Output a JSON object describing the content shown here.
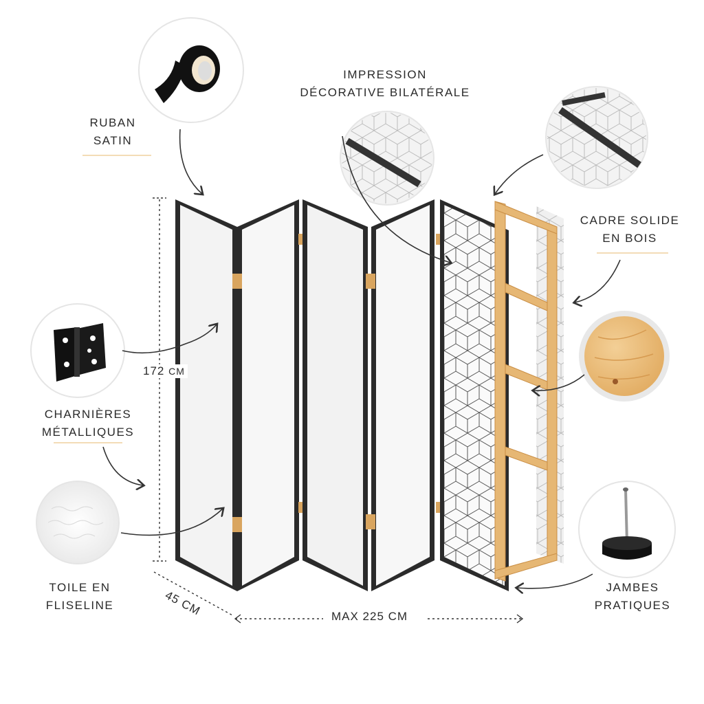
{
  "features": {
    "ribbon": {
      "line1": "RUBAN",
      "line2": "SATIN"
    },
    "print": {
      "line1": "IMPRESSION",
      "line2": "DÉCORATIVE BILATÉRALE"
    },
    "frame": {
      "line1": "CADRE SOLIDE",
      "line2": "EN BOIS"
    },
    "hinges": {
      "line1": "CHARNIÈRES",
      "line2": "MÉTALLIQUES"
    },
    "canvas": {
      "line1": "TOILE EN",
      "line2": "FLISELINE"
    },
    "legs": {
      "line1": "JAMBES",
      "line2": "PRATIQUES"
    }
  },
  "dimensions": {
    "height_value": "172",
    "height_unit": "CM",
    "depth": "45 CM",
    "width": "MAX 225 CM"
  },
  "colors": {
    "accent": "#e2a84a",
    "frame_dark": "#2b2b2b",
    "wood": "#e6b774",
    "panel": "#f4f4f4",
    "text": "#2a2a2a"
  },
  "icons": [
    "tape-roll-icon",
    "metal-hinge-icon",
    "fabric-texture-icon",
    "wood-grain-icon",
    "pattern-closeup-icon",
    "leg-foot-icon"
  ]
}
